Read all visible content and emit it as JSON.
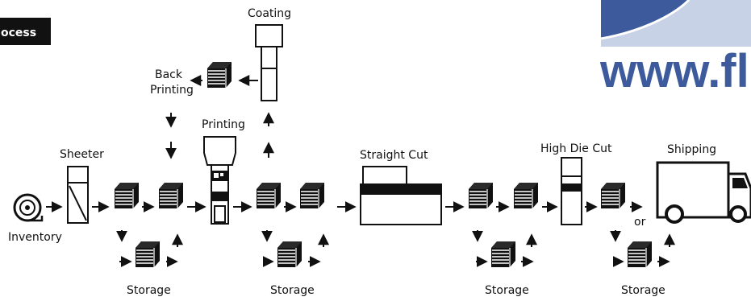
{
  "header": {
    "title_fragment": "ocess"
  },
  "logo": {
    "url_text": "www.flex"
  },
  "labels": {
    "coating": "Coating",
    "back_printing_line1": "Back",
    "back_printing_line2": "Printing",
    "printing": "Printing",
    "sheeter": "Sheeter",
    "straight_cut": "Straight Cut",
    "high_die_cut": "High Die Cut",
    "shipping": "Shipping",
    "inventory": "Inventory",
    "or": "or",
    "storage_1": "Storage",
    "storage_2": "Storage",
    "storage_3": "Storage",
    "storage_4": "Storage"
  },
  "colors": {
    "ink": "#111111",
    "logo_blue": "#3d5a9c",
    "logo_light": "#c8d2e6",
    "paper": "#ffffff"
  }
}
